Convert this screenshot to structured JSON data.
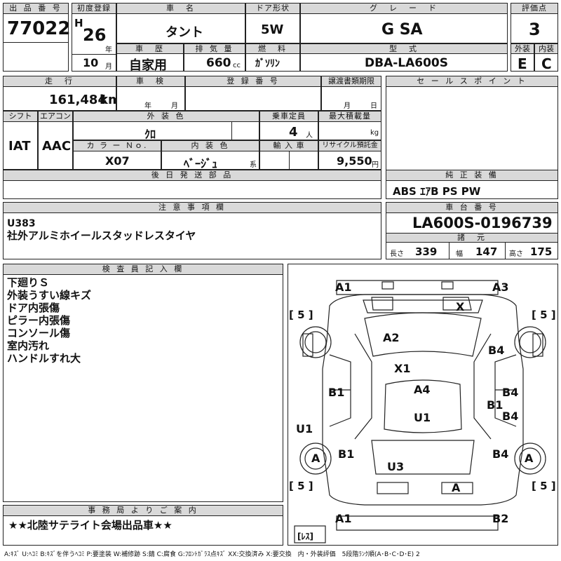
{
  "header": {
    "lot_no_label": "出 品 番 号",
    "lot_no": "77022",
    "first_reg_label": "初度登録",
    "era": "H",
    "year": "26",
    "year_unit": "年",
    "month": "10",
    "month_unit": "月",
    "car_name_label": "車　名",
    "car_name": "タント",
    "door_label": "ドア形状",
    "door": "5W",
    "grade_label": "グ　レ　ー　ド",
    "grade": "G SA",
    "score_label": "評価点",
    "score": "3",
    "history_label": "車　歴",
    "history": "自家用",
    "displacement_label": "排 気 量",
    "displacement": "660",
    "displacement_unit": "cc",
    "fuel_label": "燃　料",
    "fuel": "ｶﾞｿﾘﾝ",
    "model_label": "型　式",
    "model": "DBA-LA600S",
    "exterior_label": "外装",
    "exterior": "E",
    "interior_label": "内装",
    "interior": "C"
  },
  "row2": {
    "mileage_label": "走　行",
    "mileage": "161,484",
    "mileage_unit": "km",
    "inspection_label": "車　検",
    "inspection_year_unit": "年",
    "inspection_month_unit": "月",
    "reg_no_label": "登 録 番 号",
    "transfer_label": "譲渡書類期限",
    "transfer_month_unit": "月",
    "transfer_day_unit": "日",
    "sales_point_label": "セ ー ル ス ポ イ ン ト"
  },
  "row3": {
    "shift_label": "シフト",
    "shift": "IAT",
    "ac_label": "エアコン",
    "ac": "AAC",
    "ext_color_label": "外 装 色",
    "ext_color": "ｸﾛ",
    "capacity_label": "乗車定員",
    "capacity": "4",
    "capacity_unit": "人",
    "max_load_label": "最大積載量",
    "max_load_unit": "kg",
    "color_no_label": "カ ラ ー Ｎｏ.",
    "color_no": "X07",
    "int_color_label": "内 装 色",
    "int_color": "ﾍﾞｰｼﾞｭ",
    "int_color_unit": "系",
    "import_label": "輸 入 車",
    "recycle_label": "リサイクル預託金",
    "recycle": "9,550",
    "recycle_unit": "円",
    "later_parts_label": "後 日 発 送 部 品",
    "genuine_label": "純 正 装 備",
    "genuine": "ABS ｴｱB PS PW"
  },
  "notes": {
    "caution_label": "注 意 事 項 欄",
    "caution_lines": [
      "U383",
      "社外アルミホイールスタッドレスタイヤ"
    ],
    "chassis_label": "車 台 番 号",
    "chassis": "LA600S-0196739",
    "dims_label": "諸　元",
    "length_label": "長さ",
    "length": "339",
    "width_label": "幅",
    "width": "147",
    "height_label": "高さ",
    "height": "175"
  },
  "inspector": {
    "label": "検 査 員 記 入 欄",
    "lines": [
      "下廻りＳ",
      "外装うすい線キズ",
      "ドア内張傷",
      "ピラー内張傷",
      "コンソール傷",
      "室内汚れ",
      "ハンドルすれ大"
    ]
  },
  "office": {
    "label": "事 務 局 よ り ご 案 内",
    "message": "★★北陸サテライト会場出品車★★"
  },
  "diagram": {
    "tire_left_top": "[ 5 ]",
    "tire_right_top": "[ 5 ]",
    "tire_left_bottom": "[ 5 ]",
    "tire_right_bottom": "[ 5 ]",
    "spare": "[ﾚｽ]",
    "marks": [
      "A1",
      "A3",
      "X",
      "A2",
      "B4",
      "X1",
      "A4",
      "B1",
      "B4",
      "B1",
      "U1",
      "B4",
      "U1",
      "A",
      "B1",
      "U3",
      "B4",
      "A",
      "A",
      "A1",
      "B2"
    ]
  },
  "legend": "A:ｷｽﾞ U:ﾍｺﾐ B:ｷｽﾞを伴うﾍｺﾐ P:要塗装 W:補修跡 S:錆 C:腐食 G:ﾌﾛﾝﾄｶﾞﾗｽ点ｷｽﾞ XX:交換済み X:要交換　内・外装評価　5段階ﾗﾝｸ順(A･B･C･D･E) 2"
}
